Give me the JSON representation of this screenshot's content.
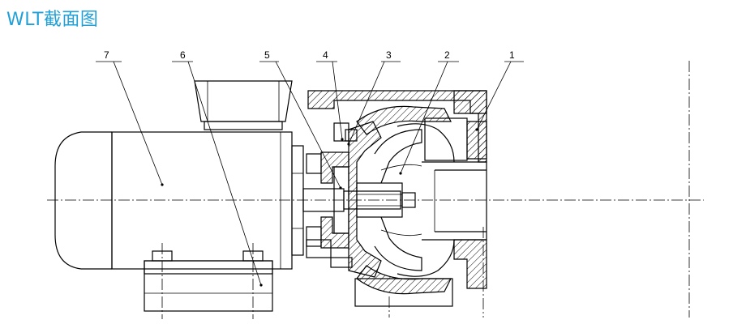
{
  "title": "WLT截面图",
  "callouts": [
    {
      "id": "7",
      "label": "7"
    },
    {
      "id": "6",
      "label": "6"
    },
    {
      "id": "5",
      "label": "5"
    },
    {
      "id": "4",
      "label": "4"
    },
    {
      "id": "3",
      "label": "3"
    },
    {
      "id": "2",
      "label": "2"
    },
    {
      "id": "1",
      "label": "1"
    }
  ],
  "colors": {
    "title": "#1fa0d8",
    "lines": "#000000",
    "background": "#ffffff"
  }
}
